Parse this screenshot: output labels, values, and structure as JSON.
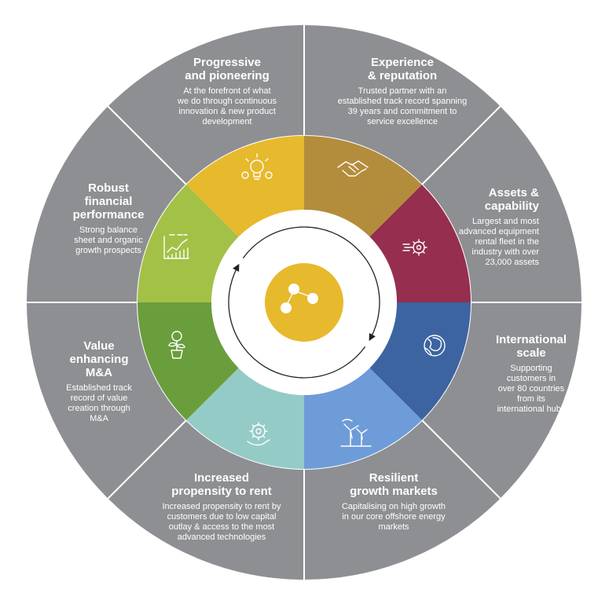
{
  "colors": {
    "outer_ring": "#8e8f92",
    "divider": "#ffffff",
    "inner_white": "#ffffff",
    "center": "#e7b92d",
    "arrows": "#222222"
  },
  "center": {
    "icon": "share-network-icon"
  },
  "segments": [
    {
      "key": "progressive",
      "title": [
        "Progressive",
        "and pioneering"
      ],
      "desc": [
        "At the forefront of what",
        "we do through continuous",
        "innovation & new product",
        "development"
      ],
      "color": "#e7b92d",
      "icon": "lightbulb-gears-icon"
    },
    {
      "key": "experience",
      "title": [
        "Experience",
        "& reputation"
      ],
      "desc": [
        "Trusted partner with an",
        "established track record spanning",
        "39 years and commitment to",
        "service excellence"
      ],
      "color": "#b38d3c",
      "icon": "handshake-icon"
    },
    {
      "key": "assets",
      "title": [
        "Assets &",
        "capability"
      ],
      "desc": [
        "Largest and most",
        "advanced equipment",
        "rental fleet in the",
        "industry with over",
        "23,000 assets"
      ],
      "color": "#952e4f",
      "icon": "gear-hand-icon"
    },
    {
      "key": "international",
      "title": [
        "International",
        "scale"
      ],
      "desc": [
        "Supporting",
        "customers in",
        "over 80 countries",
        "from its",
        "international hubs"
      ],
      "color": "#3c64a0",
      "icon": "globe-icon"
    },
    {
      "key": "resilient",
      "title": [
        "Resilient",
        "growth markets"
      ],
      "desc": [
        "Capitalising on high growth",
        "in our core offshore energy",
        "markets"
      ],
      "color": "#6e9cd8",
      "icon": "wind-turbine-icon"
    },
    {
      "key": "propensity",
      "title": [
        "Increased",
        "propensity to rent"
      ],
      "desc": [
        "Increased propensity to rent by",
        "customers due to low capital",
        "outlay & access to the most",
        "advanced technologies"
      ],
      "color": "#94cbc6",
      "icon": "gear-in-hand-icon"
    },
    {
      "key": "ma",
      "title": [
        "Value",
        "enhancing",
        "M&A"
      ],
      "desc": [
        "Established track",
        "record of value",
        "creation through",
        "M&A"
      ],
      "color": "#6a9d3c",
      "icon": "money-plant-icon"
    },
    {
      "key": "financial",
      "title": [
        "Robust",
        "financial",
        "performance"
      ],
      "desc": [
        "Strong balance",
        "sheet and organic",
        "growth prospects"
      ],
      "color": "#a3c147",
      "icon": "growth-chart-icon"
    }
  ]
}
